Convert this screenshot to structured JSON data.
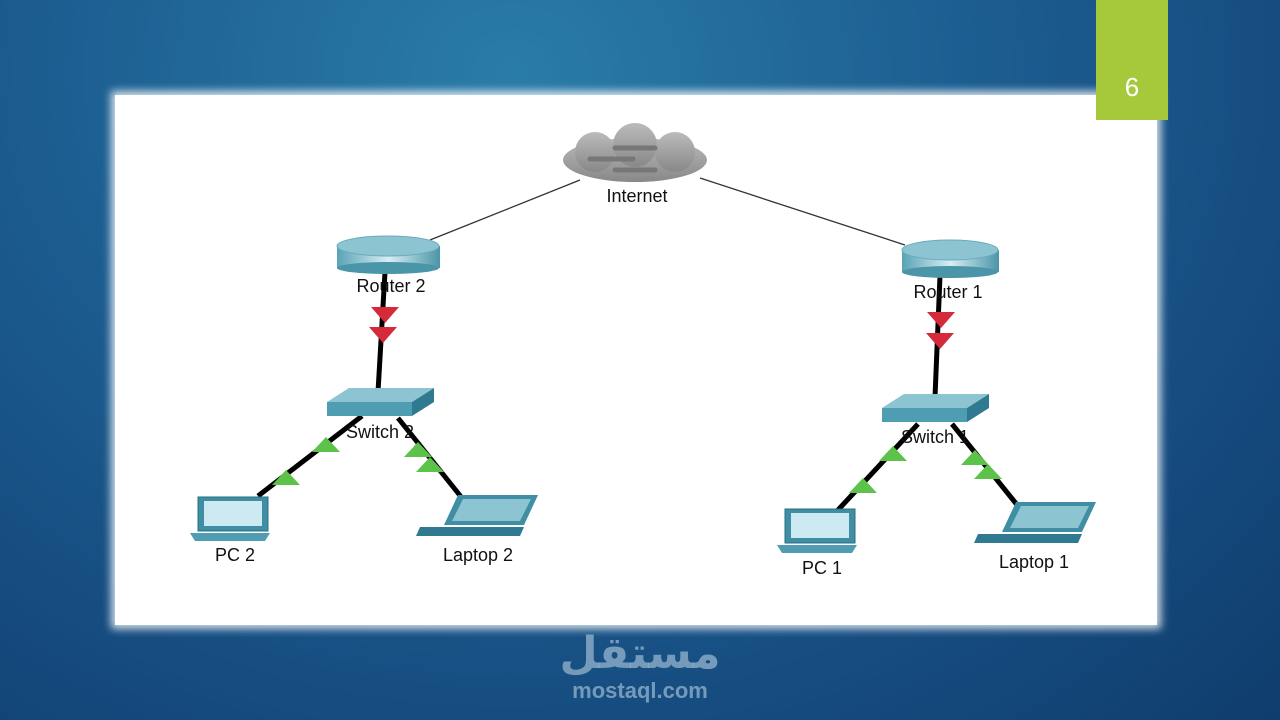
{
  "slide_number": "6",
  "diagram": {
    "nodes": {
      "internet": "Internet",
      "router2": "Router 2",
      "router1": "Router 1",
      "switch2": "Switch 2",
      "switch1": "Switch 1",
      "pc2": "PC 2",
      "laptop2": "Laptop 2",
      "pc1": "PC 1",
      "laptop1": "Laptop 1"
    },
    "link_colors": {
      "down": "#d42a3a",
      "up": "#5cc24a"
    }
  },
  "watermark": {
    "arabic": "مستقل",
    "latin": "mostaql.com"
  }
}
